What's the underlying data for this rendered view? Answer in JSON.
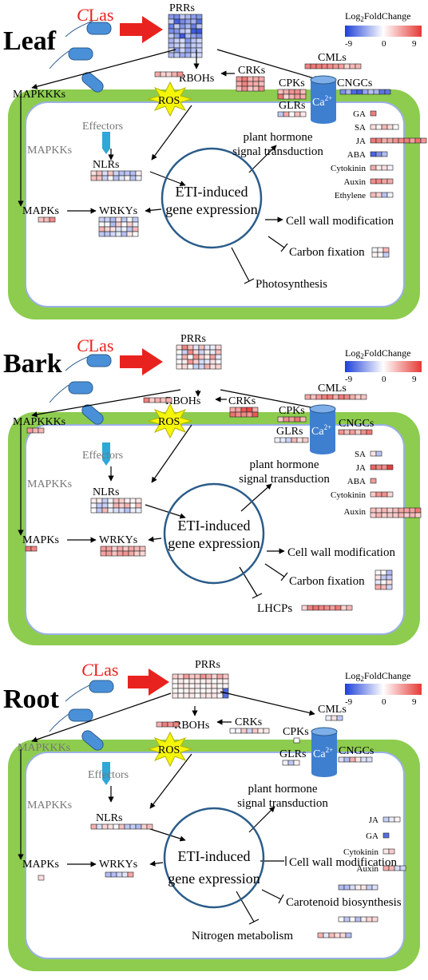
{
  "panels": [
    {
      "key": "leaf",
      "title": "Leaf",
      "pathogen": {
        "c": "C",
        "rest": "Las"
      },
      "legend": {
        "title": "Log",
        "sub": "2",
        "tail": "FoldChange",
        "ticks": [
          "-9",
          "0",
          "9"
        ]
      },
      "labels": {
        "prrs": "PRRs",
        "rbohs": "RBOHs",
        "crks": "CRKs",
        "cmls": "CMLs",
        "cpks": "CPKs",
        "cngcs": "CNGCs",
        "glrs": "GLRs",
        "ca": "Ca",
        "ca_sup": "2+",
        "mapkkks": "MAPKKKs",
        "ros": "ROS",
        "effectors": "Effectors",
        "mapkks": "MAPKKs",
        "nlrs": "NLRs",
        "mapks": "MAPKs",
        "wrkys": "WRKYs",
        "eti1": "ETI-induced",
        "eti2": "gene expression",
        "hormone1": "plant hormone",
        "hormone2": "signal transduction",
        "cellwall": "Cell wall modification",
        "mid": "Carbon fixation",
        "bottom": "Photosynthesis"
      },
      "hormones": [
        "GA",
        "SA",
        "JA",
        "ABA",
        "Cytokinin",
        "Auxin",
        "Ethylene"
      ]
    },
    {
      "key": "bark",
      "title": "Bark",
      "pathogen": {
        "c": "C",
        "rest": "Las"
      },
      "legend": {
        "title": "Log",
        "sub": "2",
        "tail": "FoldChange",
        "ticks": [
          "-9",
          "0",
          "9"
        ]
      },
      "labels": {
        "prrs": "PRRs",
        "rbohs": "RBOHs",
        "crks": "CRKs",
        "cmls": "CMLs",
        "cpks": "CPKs",
        "cngcs": "CNGCs",
        "glrs": "GLRs",
        "ca": "Ca",
        "ca_sup": "2+",
        "mapkkks": "MAPKKKs",
        "ros": "ROS",
        "effectors": "Effectors",
        "mapkks": "MAPKKs",
        "nlrs": "NLRs",
        "mapks": "MAPKs",
        "wrkys": "WRKYs",
        "eti1": "ETI-induced",
        "eti2": "gene expression",
        "hormone1": "plant hormone",
        "hormone2": "signal transduction",
        "cellwall": "Cell wall modification",
        "mid": "Carbon fixation",
        "bottom": "LHCPs"
      },
      "hormones": [
        "SA",
        "JA",
        "ABA",
        "Cytokinin",
        "Auxin"
      ]
    },
    {
      "key": "root",
      "title": "Root",
      "pathogen": {
        "c": "C",
        "rest": "Las"
      },
      "legend": {
        "title": "Log",
        "sub": "2",
        "tail": "FoldChange",
        "ticks": [
          "-9",
          "0",
          "9"
        ]
      },
      "labels": {
        "prrs": "PRRs",
        "rbohs": "RBOHs",
        "crks": "CRKs",
        "cmls": "CMLs",
        "cpks": "CPKs",
        "cngcs": "CNGCs",
        "glrs": "GLRs",
        "ca": "Ca",
        "ca_sup": "2+",
        "mapkkks": "MAPKKKs",
        "ros": "ROS",
        "effectors": "Effectors",
        "mapkks": "MAPKKs",
        "nlrs": "NLRs",
        "mapks": "MAPKs",
        "wrkys": "WRKYs",
        "eti1": "ETI-induced",
        "eti2": "gene expression",
        "hormone1": "plant hormone",
        "hormone2": "signal transduction",
        "cellwall": "Cell wall modification",
        "mid": "Carotenoid biosynthesis",
        "bottom": "Nitrogen metabolism"
      },
      "hormones": [
        "JA",
        "GA",
        "Cytokinin",
        "Auxin"
      ]
    }
  ],
  "colors": {
    "cell_wall": "#8DCC4E",
    "cell_line": "#9AB0E6",
    "nucleus": "#2A5C8A",
    "up": "#E53935",
    "down": "#1E3FD8",
    "ros": "#F5F50A",
    "arrow": "#E8231F",
    "bacterium": "#4A90D9",
    "channel": "#3F7FD0"
  }
}
